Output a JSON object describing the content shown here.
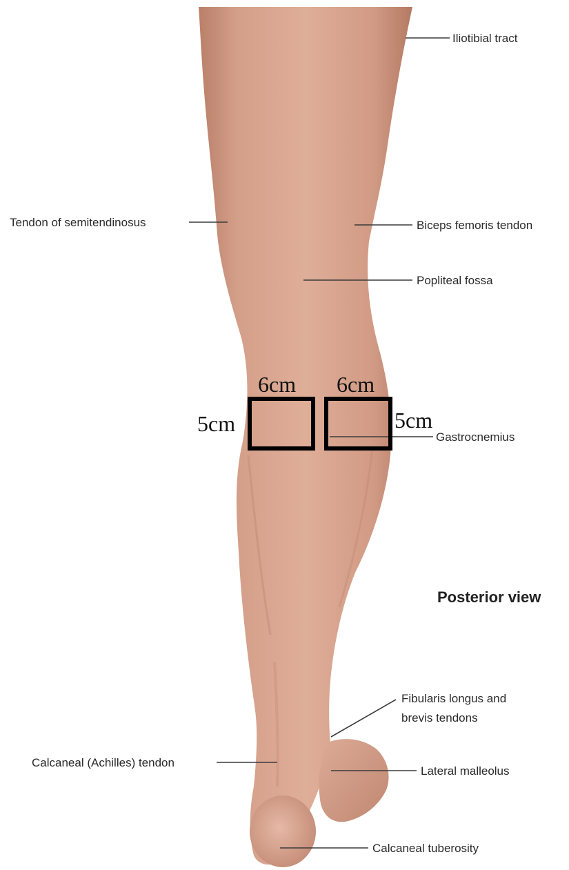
{
  "view_title": "Posterior view",
  "labels": {
    "iliotibial_tract": "Iliotibial tract",
    "tendon_semitendinosus": "Tendon of semitendinosus",
    "biceps_femoris_tendon": "Biceps femoris tendon",
    "popliteal_fossa": "Popliteal fossa",
    "gastrocnemius": "Gastrocnemius",
    "fibularis_line1": "Fibularis longus and",
    "fibularis_line2": "brevis tendons",
    "calcaneal_tendon": "Calcaneal (Achilles) tendon",
    "lateral_malleolus": "Lateral malleolus",
    "calcaneal_tuberosity": "Calcaneal tuberosity"
  },
  "measurements": {
    "left_box_width": "6cm",
    "right_box_width": "6cm",
    "left_box_height": "5cm",
    "right_box_height": "5cm"
  },
  "colors": {
    "skin_light": "#e2b3a0",
    "skin_mid": "#d19c86",
    "skin_dark": "#b77d68",
    "box_stroke": "#000000"
  }
}
